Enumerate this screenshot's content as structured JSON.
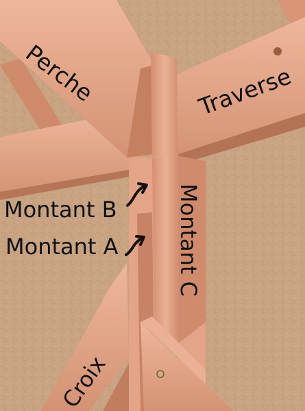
{
  "labels": {
    "perche": "Perche",
    "traverse": "Traverse",
    "montant_b": "Montant B",
    "montant_a": "Montant A",
    "montant_c": "Montant C",
    "croix": "Croix"
  },
  "colors": {
    "insulation": "#c9a583",
    "wood_light": "#e7a98a",
    "wood_mid": "#d99476",
    "wood_shadow": "#a86a50",
    "text": "#111111"
  }
}
